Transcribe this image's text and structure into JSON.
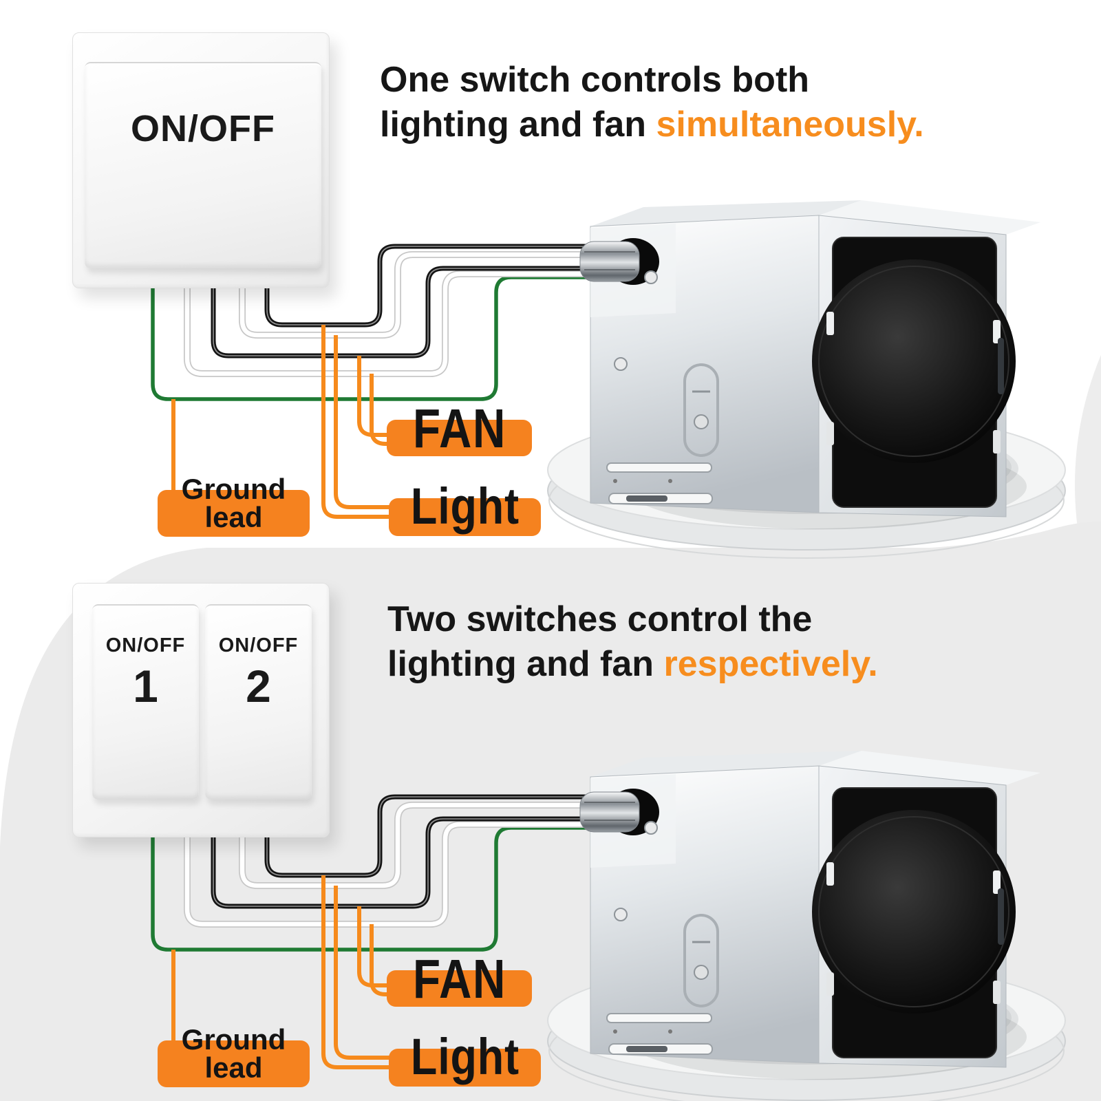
{
  "colors": {
    "accent_orange_box": "#F5821F",
    "accent_orange_text": "#F78D1E",
    "leader_line_orange": "#F68A1C",
    "ground_wire_green": "#1F7A33",
    "hot_wire_black": "#141414",
    "neutral_wire_white": "#FFFFFF",
    "panel_gray": "#EBEBEB",
    "headline_black": "#161616"
  },
  "panels": [
    {
      "switch": {
        "type": "single-rocker",
        "label": "ON/OFF"
      },
      "heading": {
        "line1": "One switch controls both",
        "line2_plain": "lighting and fan ",
        "line2_highlight": "simultaneously."
      },
      "labels": {
        "fan": "FAN",
        "light": "Light",
        "ground_line1": "Ground",
        "ground_line2": "lead"
      }
    },
    {
      "switch": {
        "type": "double-rocker",
        "rockers": [
          {
            "label": "ON/OFF",
            "number": "1"
          },
          {
            "label": "ON/OFF",
            "number": "2"
          }
        ]
      },
      "heading": {
        "line1": "Two switches control the",
        "line2_plain": "lighting and fan ",
        "line2_highlight": "respectively."
      },
      "labels": {
        "fan": "FAN",
        "light": "Light",
        "ground_line1": "Ground",
        "ground_line2": "lead"
      }
    }
  ]
}
